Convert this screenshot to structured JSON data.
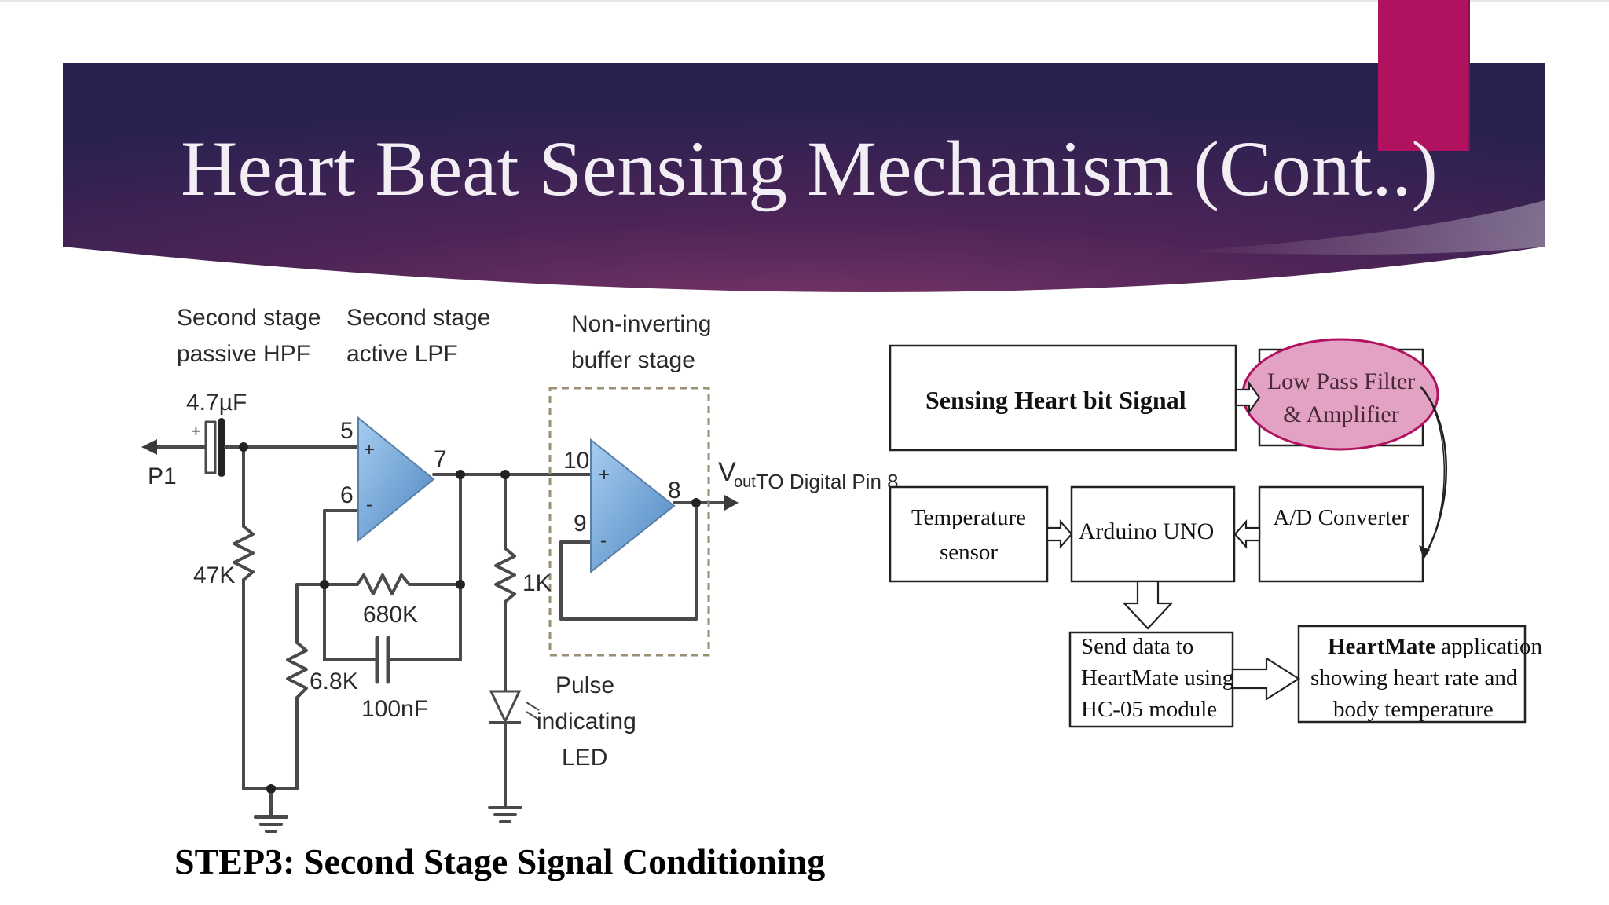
{
  "slide": {
    "title": "Heart Beat Sensing Mechanism (Cont..)",
    "caption": "STEP3: Second Stage Signal Conditioning"
  },
  "colors": {
    "band_dark": "#2a2150",
    "band_mid": "#4e2457",
    "band_light": "#7a3668",
    "accent": "#b0125f",
    "opamp_fill": "#7fb2dd",
    "highlight_fill": "#e3a1c4",
    "highlight_stroke": "#b0125f"
  },
  "circuit": {
    "labels": {
      "hpf_1": "Second stage",
      "hpf_2": "passive HPF",
      "lpf_1": "Second stage",
      "lpf_2": "active LPF",
      "buf_1": "Non-inverting",
      "buf_2": "buffer stage",
      "cap_in": "4.7µF",
      "plus_mark": "+",
      "input": "P1",
      "pin5": "5",
      "pin6": "6",
      "pin7": "7",
      "pin10": "10",
      "pin9": "9",
      "pin8": "8",
      "r47k": "47K",
      "r680k": "680K",
      "c100nf": "100nF",
      "r68k": "6.8K",
      "r1k": "1K",
      "vout_v": "V",
      "vout_sub": "out",
      "vout_text": "TO Digital Pin 8",
      "led_1": "Pulse",
      "led_2": "indicating",
      "led_3": "LED",
      "op_plus": "+",
      "op_minus": "-"
    }
  },
  "block_diagram": {
    "sensing": "Sensing Heart bit Signal",
    "lpf_line1": "Low Pass Filter",
    "lpf_line2": "& Amplifier",
    "temp_line1": "Temperature",
    "temp_line2": "sensor",
    "arduino": "Arduino UNO",
    "adc": "A/D Converter",
    "send_line1": "Send data to",
    "send_line2": "HeartMate using",
    "send_line3": "HC-05 module",
    "app_bold": "HeartMate",
    "app_line1_rest": " application",
    "app_line2": "showing heart rate and",
    "app_line3": "body temperature"
  }
}
